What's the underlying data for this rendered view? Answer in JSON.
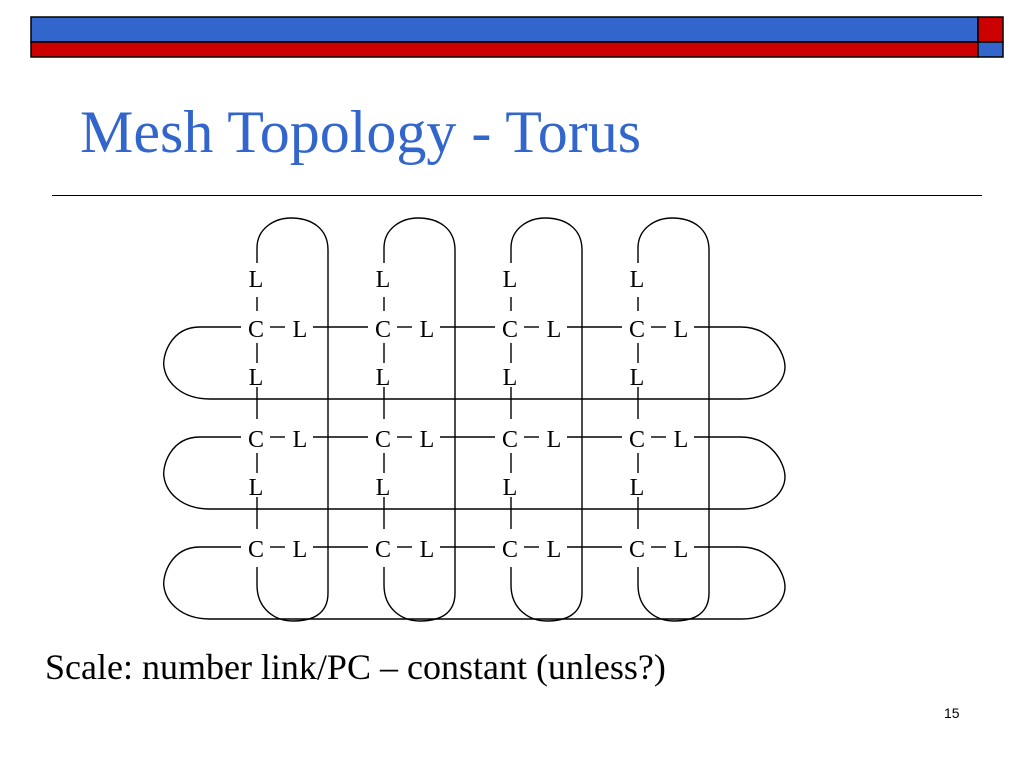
{
  "slide": {
    "title": "Mesh Topology - Torus",
    "caption": "Scale: number link/PC – constant (unless?)",
    "page_number": "15"
  },
  "colors": {
    "title": "#3366CC",
    "bar_blue": "#3366CC",
    "bar_red": "#CC0000",
    "line": "#000000"
  },
  "diagram": {
    "grid": {
      "columns": 4,
      "rows": 3
    },
    "cpu_label": "C",
    "link_label": "L"
  }
}
